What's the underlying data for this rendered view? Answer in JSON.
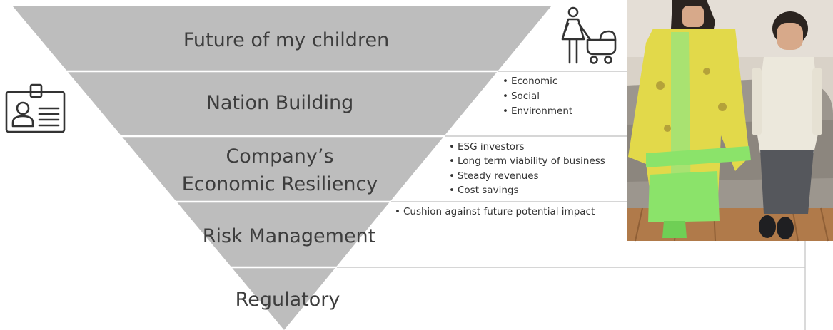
{
  "pyramid": {
    "fill": "#bdbdbd",
    "levels": [
      {
        "lines": [
          "Future of my children"
        ],
        "bullets": []
      },
      {
        "lines": [
          "Nation Building"
        ],
        "bullets": [
          "Economic",
          "Social",
          "Environment"
        ]
      },
      {
        "lines": [
          "Company’s",
          "Economic Resiliency"
        ],
        "bullets": [
          "ESG investors",
          "Long term viability of business",
          "Steady revenues",
          "Cost savings"
        ]
      },
      {
        "lines": [
          "Risk Management"
        ],
        "bullets": [
          "Cushion against future potential impact"
        ]
      },
      {
        "lines": [
          "Regulatory"
        ],
        "bullets": []
      }
    ]
  },
  "bullet_char": "•",
  "icons": {
    "left": "id-badge-icon",
    "top": "mother-with-stroller-icon"
  },
  "photo": {
    "subject": "two children in traditional Filipino attire",
    "colors": {
      "wall": "#d9d2c8",
      "sofa": "#9c968e",
      "floor": "#b07a4a",
      "dress": "#8be36a",
      "dress_print": "#e2d94a",
      "barong": "#ece8dc",
      "trousers": "#55575c"
    }
  }
}
